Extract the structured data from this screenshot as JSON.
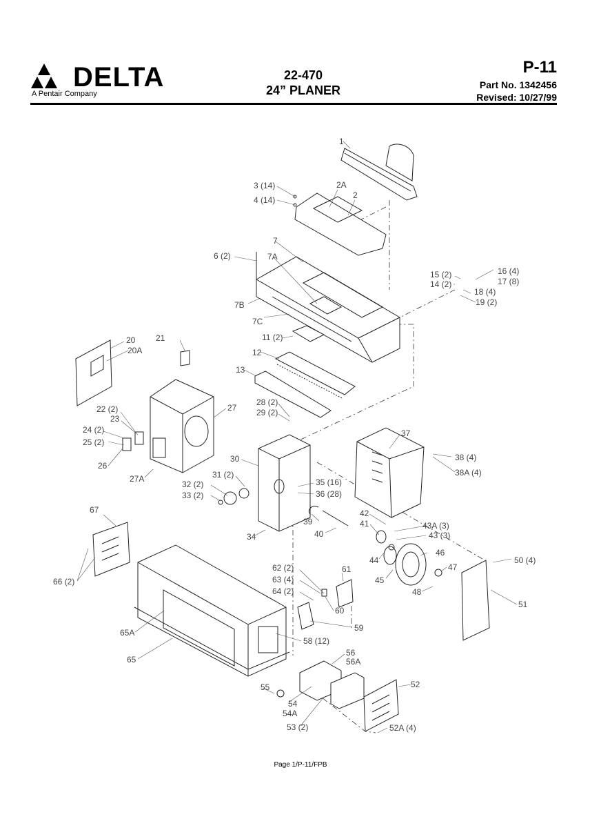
{
  "header": {
    "brand": "DELTA",
    "brand_sub": "A Pentair Company",
    "model": "22-470",
    "product": "24” PLANER",
    "page_code": "P-11",
    "part_no_label": "Part No.",
    "part_no": "1342456",
    "revised_label": "Revised:",
    "revised_date": "10/27/99"
  },
  "footer": {
    "page": "Page 1/P-11/FPB"
  },
  "callouts": {
    "c1": "1",
    "c2": "2",
    "c2a": "2A",
    "c3": "3 (14)",
    "c4": "4 (14)",
    "c6": "6 (2)",
    "c7": "7",
    "c7a": "7A",
    "c7b": "7B",
    "c7c": "7C",
    "c11": "11 (2)",
    "c12": "12",
    "c13": "13",
    "c14": "14 (2)",
    "c15": "15 (2)",
    "c16": "16 (4)",
    "c17": "17 (8)",
    "c18": "18 (4)",
    "c19": "19 (2)",
    "c20": "20",
    "c20a": "20A",
    "c21": "21",
    "c22": "22 (2)",
    "c23": "23",
    "c24": "24 (2)",
    "c25": "25 (2)",
    "c26": "26",
    "c27": "27",
    "c27a": "27A",
    "c28": "28 (2)",
    "c29": "29 (2)",
    "c30": "30",
    "c31": "31 (2)",
    "c32": "32 (2)",
    "c33": "33 (2)",
    "c34": "34",
    "c35": "35 (16)",
    "c36": "36 (28)",
    "c37": "37",
    "c38": "38 (4)",
    "c38a": "38A (4)",
    "c39": "39",
    "c40": "40",
    "c41": "41",
    "c42": "42",
    "c43": "43 (3)",
    "c43a": "43A (3)",
    "c44": "44",
    "c45": "45",
    "c46": "46",
    "c47": "47",
    "c48": "48",
    "c50": "50 (4)",
    "c51": "51",
    "c52": "52",
    "c52a": "52A (4)",
    "c53": "53 (2)",
    "c54": "54",
    "c54a": "54A",
    "c55": "55",
    "c56": "56",
    "c56a": "56A",
    "c58": "58 (12)",
    "c59": "59",
    "c60": "60",
    "c61": "61",
    "c62": "62 (2)",
    "c63": "63 (4)",
    "c64": "64 (2)",
    "c65": "65",
    "c65a": "65A",
    "c66": "66 (2)",
    "c67": "67"
  }
}
